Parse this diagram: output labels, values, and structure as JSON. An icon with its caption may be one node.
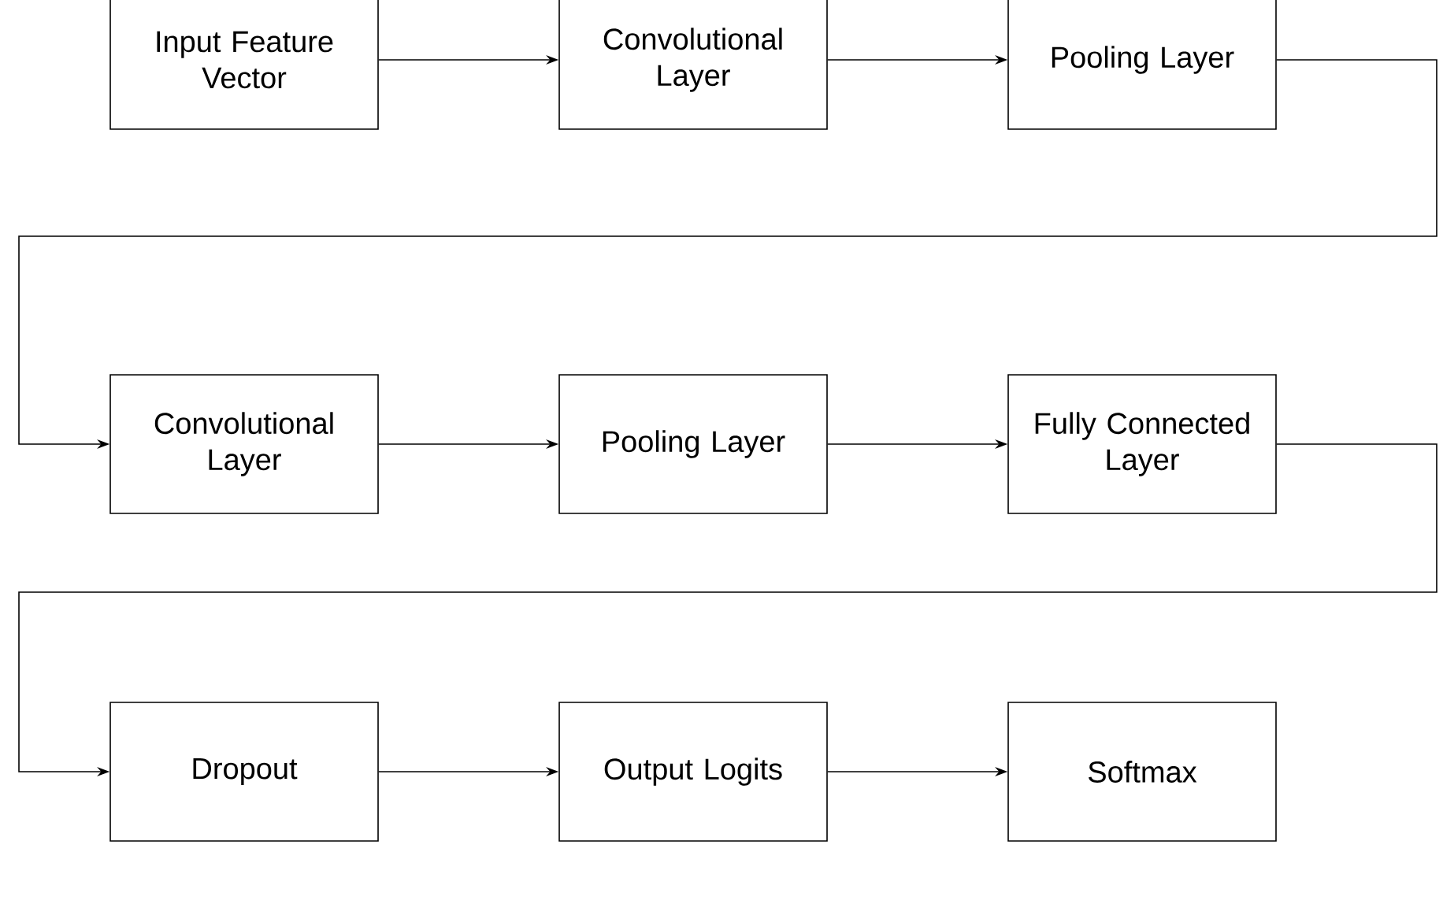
{
  "diagram": {
    "nodes": [
      {
        "text": [
          "Input Feature Vector"
        ]
      },
      {
        "text": [
          "Convolutional Layer"
        ]
      },
      {
        "text": [
          "Pooling Layer"
        ]
      },
      {
        "text": [
          "Convolutional Layer"
        ]
      },
      {
        "text": [
          "Pooling Layer"
        ]
      },
      {
        "text": [
          "Fully Connected Layer"
        ]
      },
      {
        "text": [
          "Dropout"
        ]
      },
      {
        "text": [
          "Output Logits"
        ]
      },
      {
        "text": [
          "Softmax"
        ]
      }
    ],
    "edges": [
      {
        "from": 0,
        "to": 1,
        "arrow": "to"
      },
      {
        "from": 1,
        "to": 2,
        "arrow": "to"
      },
      {
        "from": 2,
        "to": 3,
        "arrow": "to"
      },
      {
        "from": 3,
        "to": 4,
        "arrow": "to"
      },
      {
        "from": 4,
        "to": 5,
        "arrow": "to"
      },
      {
        "from": 5,
        "to": 6,
        "arrow": "to"
      },
      {
        "from": 6,
        "to": 7,
        "arrow": "to"
      },
      {
        "from": 7,
        "to": 8,
        "arrow": "to"
      }
    ]
  }
}
